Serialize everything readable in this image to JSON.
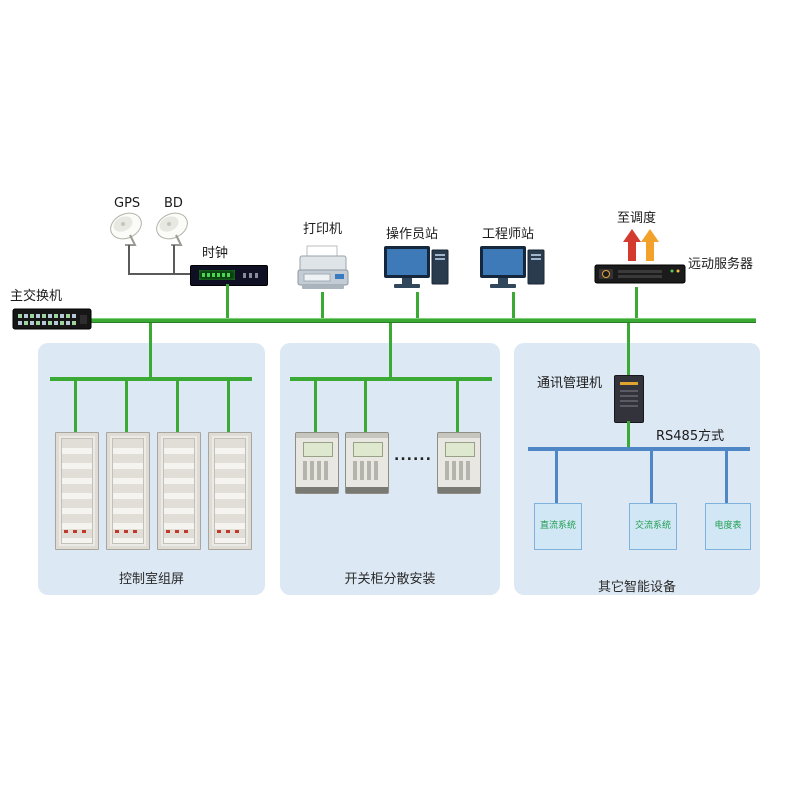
{
  "nodes": {
    "gps": {
      "label": "GPS"
    },
    "bd": {
      "label": "BD"
    },
    "clock": {
      "label": "时钟"
    },
    "printer": {
      "label": "打印机"
    },
    "operator_station": {
      "label": "操作员站"
    },
    "engineer_station": {
      "label": "工程师站"
    },
    "to_dispatch": {
      "label": "至调度"
    },
    "remote_server": {
      "label": "远动服务器"
    },
    "main_switch": {
      "label": "主交换机"
    },
    "comm_manager": {
      "label": "通讯管理机"
    },
    "rs485": {
      "label": "RS485方式"
    },
    "ellipsis": {
      "label": "......"
    }
  },
  "panels": {
    "control_room": {
      "label": "控制室组屏",
      "cabinet_count": 4
    },
    "switchgear": {
      "label": "开关柜分散安装",
      "relay_count": 3
    },
    "other_devices": {
      "label": "其它智能设备",
      "children": [
        {
          "label": "直流系统"
        },
        {
          "label": "交流系统"
        },
        {
          "label": "电度表"
        }
      ]
    }
  },
  "colors": {
    "bus_green": "#3aaa35",
    "bus_blue": "#4f86c6",
    "panel_bg": "#dce8f4",
    "sys_box_bg": "#d2e7f6",
    "sys_box_border": "#7fb2dc",
    "sys_box_text": "#1e9e50",
    "arrow_red": "#d23b2e",
    "arrow_orange": "#f2a22a"
  }
}
